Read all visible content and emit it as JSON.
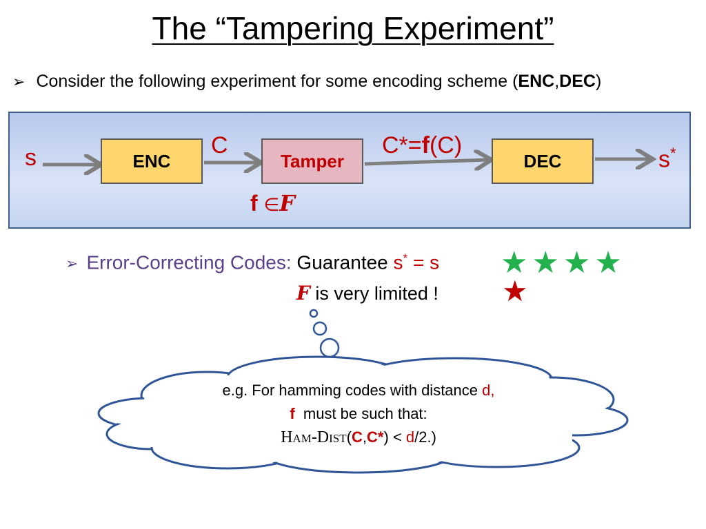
{
  "title": "The “Tampering Experiment”",
  "intro": {
    "bullet": "➢",
    "text": "Consider the following experiment for some encoding scheme  (",
    "enc": "ENC",
    "comma": ",",
    "dec": "DEC",
    "close": ")"
  },
  "diagram": {
    "input_label": "s",
    "enc_label": "ENC",
    "c_label": "C",
    "tamper_label": "Tamper",
    "cstar_prefix": "C*=",
    "cstar_f": "f",
    "cstar_suffix": "(C)",
    "dec_label": "DEC",
    "output_label": "s",
    "output_sup": "*",
    "f_label": "f",
    "member_symbol": "∈",
    "family_symbol": "F"
  },
  "ecc": {
    "bullet": "➢",
    "label": "Error-Correcting Codes:",
    "guarantee": "Guarantee",
    "s_star": "s",
    "sup": "*",
    "eq": "=",
    "s": "s",
    "green_stars": "★★★★",
    "family_symbol": "F",
    "limited_text": " is very limited !",
    "red_star": "★"
  },
  "cloud": {
    "line1_text": "e.g. For hamming codes with distance ",
    "line1_d": "d,",
    "line2_f": "f",
    "line2_text": "  must be such that:",
    "line3_func": "Ham-Dist",
    "line3_open": "(",
    "line3_c": "C",
    "line3_comma": ",",
    "line3_cstar": "C*",
    "line3_mid": ") < ",
    "line3_d": "d",
    "line3_end": "/2.)"
  },
  "colors": {
    "red": "#c00000",
    "green": "#22b14c",
    "purple": "#5a3f8a",
    "box_yellow": "#ffd66e",
    "box_pink": "#e6b7c1",
    "cloud_border": "#2f5597"
  }
}
